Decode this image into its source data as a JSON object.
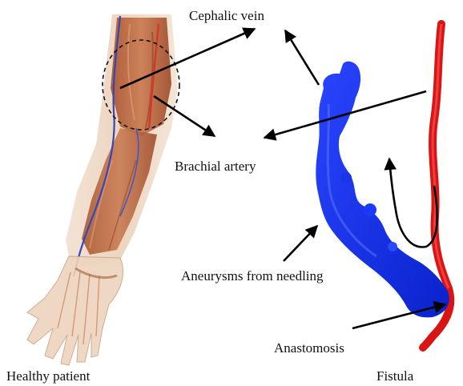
{
  "labels": {
    "cephalic_vein": "Cephalic vein",
    "brachial_artery": "Brachial artery",
    "aneurysms": "Aneurysms from needling",
    "anastomosis": "Anastomosis",
    "healthy_patient": "Healthy patient",
    "fistula": "Fistula"
  },
  "colors": {
    "vein_model": "#1330e8",
    "artery_model": "#d81414",
    "skin": "#e8c9b0",
    "muscle": "#b8643c",
    "annotation": "#000000"
  }
}
